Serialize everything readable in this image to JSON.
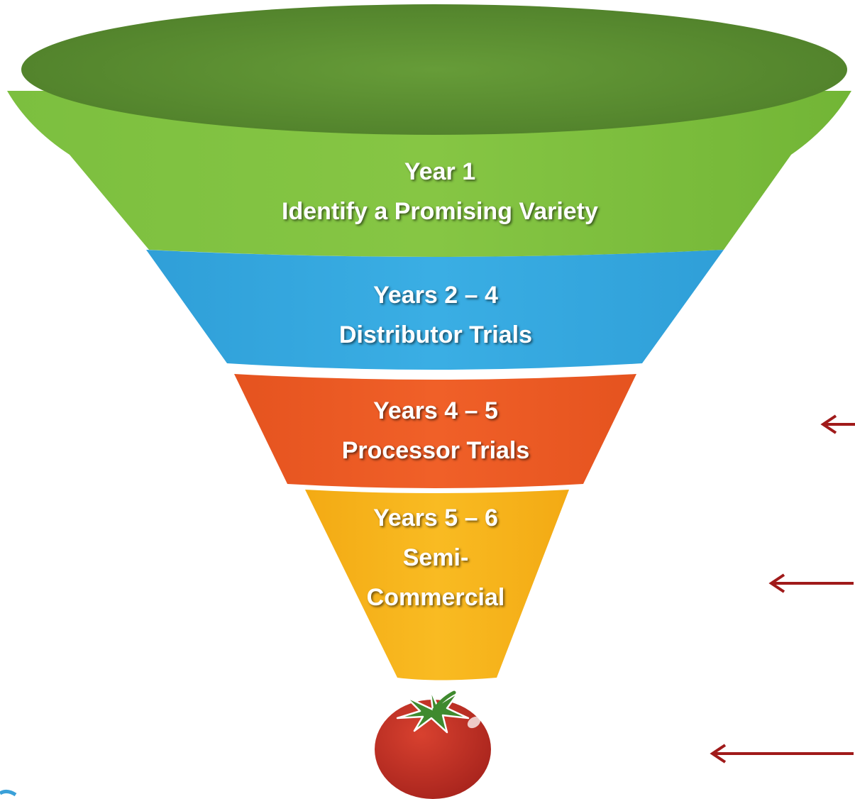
{
  "diagram": {
    "stages": [
      {
        "title": "Year 1",
        "subtitle_lines": [
          "Identify a Promising Variety"
        ],
        "color": "#7cbf3f"
      },
      {
        "title": "Years 2 – 4",
        "subtitle_lines": [
          "Distributor Trials"
        ],
        "color": "#35a8e0"
      },
      {
        "title": "Years 4 – 5",
        "subtitle_lines": [
          "Processor Trials"
        ],
        "color": "#eb5a24"
      },
      {
        "title": "Years 5 – 6",
        "subtitle_lines": [
          "Semi-",
          "Commercial"
        ],
        "color": "#f7b31b"
      }
    ],
    "rim_color": "#5c8f31",
    "arrow_color": "#a01a1a",
    "end_product_icon": "tomato-icon"
  }
}
